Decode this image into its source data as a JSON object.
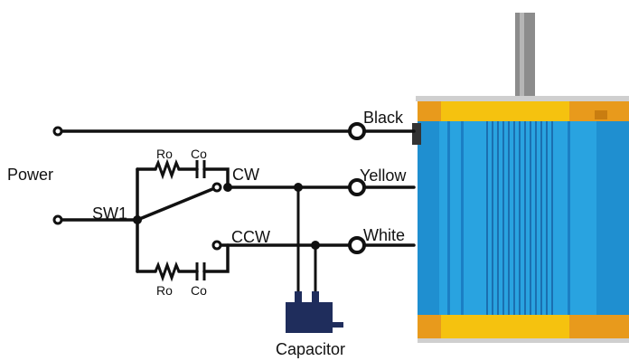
{
  "labels": {
    "power": "Power",
    "switch": "SW1",
    "resistor_top": "Ro",
    "capacitor_top": "Co",
    "resistor_bottom": "Ro",
    "capacitor_bottom": "Co",
    "cw": "CW",
    "ccw": "CCW",
    "black": "Black",
    "yellow": "Yellow",
    "white": "White",
    "capacitor": "Capacitor"
  },
  "colors": {
    "wire": "#111111",
    "motor_body": "#29a3e0",
    "motor_fin": "#1b7fc4",
    "motor_cap": "#f5c20f",
    "motor_cap_dark": "#e89a1c",
    "shaft": "#8c8c8c",
    "capacitor_body": "#1f2d5c"
  }
}
